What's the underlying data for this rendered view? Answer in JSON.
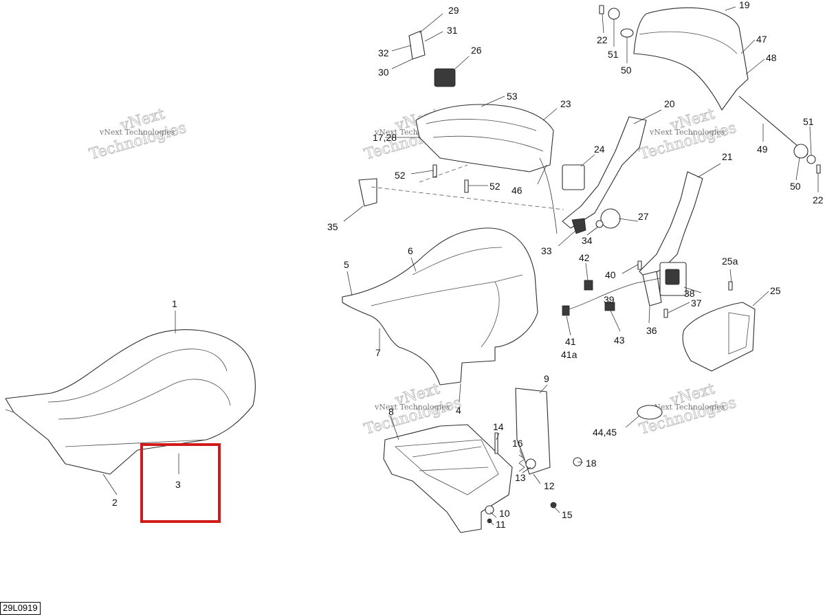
{
  "watermark": {
    "line1": "vNext",
    "line2": "Technologies",
    "small": "vNext Technologies"
  },
  "reference_code": "29L0919",
  "callouts": [
    "1",
    "2",
    "3",
    "4",
    "5",
    "6",
    "7",
    "8",
    "9",
    "10",
    "11",
    "12",
    "13",
    "14",
    "15",
    "16",
    "17,28",
    "18",
    "19",
    "20",
    "21",
    "22",
    "23",
    "24",
    "25",
    "25a",
    "26",
    "27",
    "29",
    "30",
    "31",
    "32",
    "33",
    "34",
    "35",
    "36",
    "37",
    "38",
    "39",
    "40",
    "41",
    "41a",
    "42",
    "43",
    "44,45",
    "46",
    "47",
    "48",
    "49",
    "50",
    "51",
    "52",
    "53"
  ],
  "highlight": {
    "part": "3",
    "color": "#d11a1a"
  }
}
